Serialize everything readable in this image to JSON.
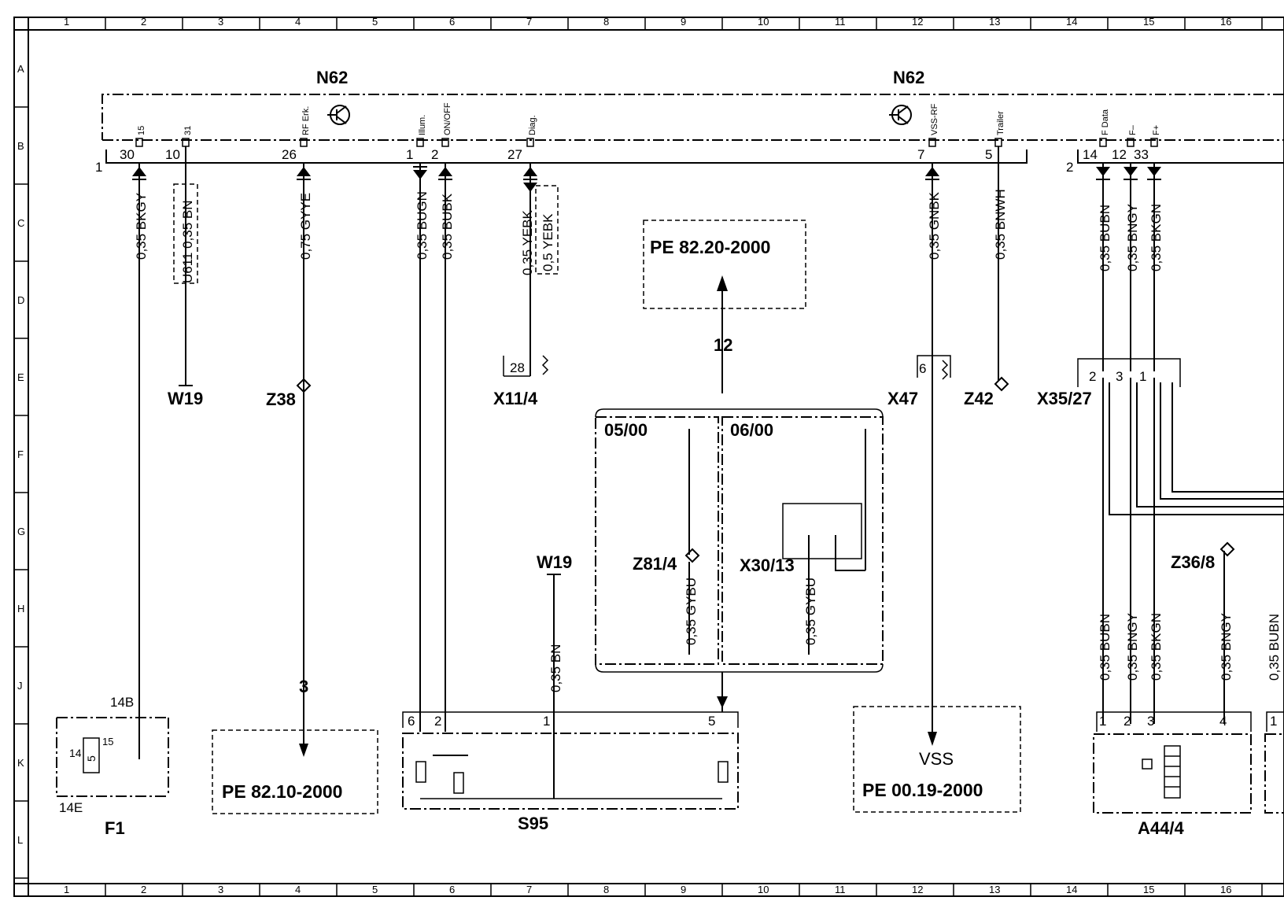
{
  "grid": {
    "columns": [
      "1",
      "2",
      "3",
      "4",
      "5",
      "6",
      "7",
      "8",
      "9",
      "10",
      "11",
      "12",
      "13",
      "14",
      "15",
      "16"
    ],
    "rows": [
      "A",
      "B",
      "C",
      "D",
      "E",
      "F",
      "G",
      "H",
      "J",
      "K",
      "L"
    ]
  },
  "modules": {
    "n62_left": "N62",
    "n62_right": "N62",
    "connector1": "1",
    "connector2": "2"
  },
  "pin_names": {
    "p15": "15",
    "p31": "31",
    "rf": "RF Erk.",
    "illum": "Illum.",
    "onoff": "ON/OFF",
    "diag": "Diag.",
    "vss": "VSS-RF",
    "trailer": "Trailer",
    "fdata": "F Data",
    "fminus": "F–",
    "fplus": "F+"
  },
  "pins": {
    "p30": "30",
    "p10": "10",
    "p26": "26",
    "p1": "1",
    "p2": "2",
    "p27": "27",
    "p7": "7",
    "p5": "5",
    "p14": "14",
    "p12": "12",
    "p33": "33"
  },
  "wires": {
    "w1": "0,35 BKGY",
    "w2": "U611 0,35 BN",
    "w3": "0,75 GYYE",
    "w4": "0,35 BUGN",
    "w5": "0,35 BUBK",
    "w6a": "0,35 YEBK",
    "w6b": "0,5 YEBK",
    "w7": "0,35 GNBK",
    "w8": "0,35 BNWH",
    "w9": "0,35 BUBN",
    "w10": "0,35 BNGY",
    "w11": "0,35 BKGN",
    "w12": "0,35 BN",
    "w13": "0,35 GYBU",
    "w14": "0,35 GYBU",
    "w15": "0,35 BUBN",
    "w16": "0,35 BNGY",
    "w17": "0,35 BKGN",
    "w18": "0,35 BNGY",
    "w19": "0,35 BUBN"
  },
  "components": {
    "w19a": "W19",
    "z38": "Z38",
    "x11_4": "X11/4",
    "x11_pin": "28",
    "x47": "X47",
    "x47_pin": "6",
    "z42": "Z42",
    "x35_27": "X35/27",
    "x35_p2": "2",
    "x35_p3": "3",
    "x35_p1": "1",
    "z81_4": "Z81/4",
    "x30_13": "X30/13",
    "w19b": "W19",
    "z36_8": "Z36/8",
    "f1": "F1",
    "f1_14b": "14B",
    "f1_14e": "14E",
    "f1_14": "14",
    "f1_15": "15",
    "f1_5": "5",
    "s95": "S95",
    "s95_p6": "6",
    "s95_p2": "2",
    "s95_p1": "1",
    "s95_p5": "5",
    "a44_4": "A44/4",
    "a44_p1": "1",
    "a44_p2": "2",
    "a44_p3": "3",
    "a44_p4": "4",
    "a44_p1b": "1",
    "vss": "VSS"
  },
  "references": {
    "pe_82_20": "PE  82.20-2000",
    "pe_82_10": "PE  82.10-2000",
    "pe_00_19": "PE  00.19-2000",
    "arrow_12": "12",
    "arrow_3": "3",
    "date_from": "05/00",
    "date_to": "06/00"
  }
}
